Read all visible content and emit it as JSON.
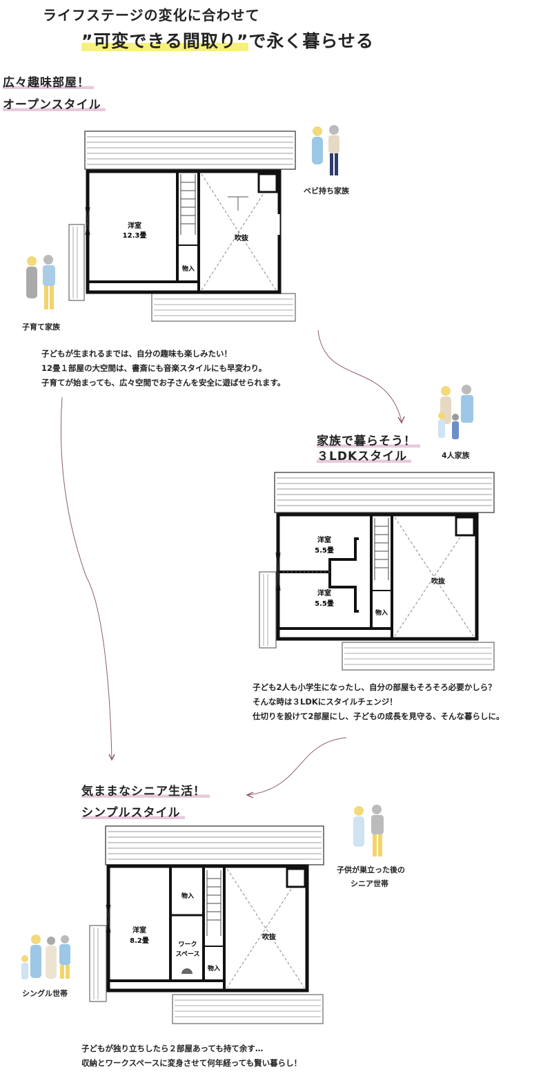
{
  "title": {
    "line1": "ライフステージの変化に合わせて",
    "line2_highlight": "”可変できる間取り”",
    "line2_rest": "で永く暮らせる"
  },
  "section1": {
    "heading1": "広々趣味部屋！",
    "heading2": "オープンスタイル",
    "rooms": {
      "western": "洋室",
      "western_size": "12.3畳",
      "storage": "物入",
      "void": "吹抜"
    },
    "family_right": "ベビ持ち家族",
    "family_left": "子育て家族",
    "text": [
      "子どもが生まれるまでは、自分の趣味も楽しみたい！",
      "12畳１部屋の大空間は、書斎にも音楽スタイルにも早変わり。",
      "子育てが始まっても、広々空間でお子さんを安全に遊ばせられます。"
    ]
  },
  "section2": {
    "heading1": "家族で暮らそう！",
    "heading2": "３LDKスタイル",
    "family": "4人家族",
    "rooms": {
      "western1": "洋室",
      "western1_size": "5.5畳",
      "western2": "洋室",
      "western2_size": "5.5畳",
      "storage": "物入",
      "void": "吹抜"
    },
    "text": [
      "子ども2人も小学生になったし、自分の部屋もそろそろ必要かしら？",
      "そんな時は３LDKにスタイルチェンジ！",
      "仕切りを設けて2部屋にし、子どもの成長を見守る、そんな暮らしに。"
    ]
  },
  "section3": {
    "heading1": "気ままなシニア生活！",
    "heading2": "シンプルスタイル",
    "family_right_1": "子供が巣立った後の",
    "family_right_2": "シニア世帯",
    "family_left": "シングル世帯",
    "rooms": {
      "storage1": "物入",
      "western": "洋室",
      "western_size": "8.2畳",
      "work1": "ワーク",
      "work2": "スペース",
      "storage2": "物入",
      "void": "吹抜"
    },
    "text": [
      "子どもが独り立ちしたら２部屋あっても持て余す…",
      "収納とワークスペースに変身させて何年経っても賢い暮らし！"
    ]
  },
  "colors": {
    "arrow": "#8a5a70",
    "highlight": "#f6f17a",
    "underline": "#e6c9dc",
    "wall": "#111111"
  }
}
